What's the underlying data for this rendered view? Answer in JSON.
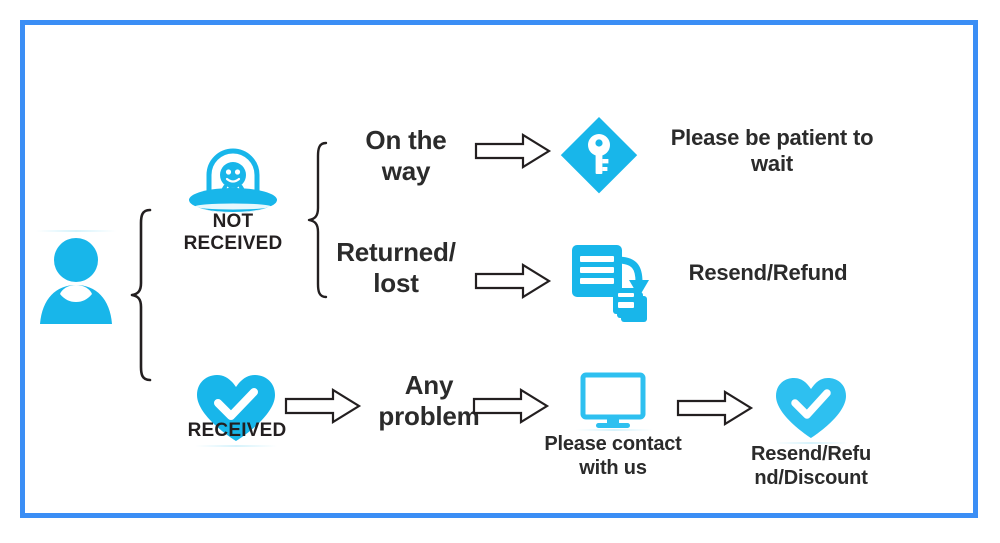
{
  "diagram": {
    "title_present": false,
    "border_color": "#3b8ef5",
    "icon_color": "#18b6ea",
    "text_color": "#2b2b2b",
    "arrow_color": "#231f20"
  },
  "customer": {
    "icon": "person-avatar-icon",
    "label": ""
  },
  "branches": {
    "not_received": {
      "icon": "ufo-alien-icon",
      "label": "NOT\nRECEIVED"
    },
    "received": {
      "icon": "heart-check-icon",
      "label": "RECEIVED"
    }
  },
  "not_received_paths": [
    {
      "condition": "On the\nway",
      "arrow": "right-arrow-icon",
      "result_icon": "key-diamond-icon",
      "result": "Please be patient to\nwait"
    },
    {
      "condition": "Returned/\nlost",
      "arrow": "right-arrow-icon",
      "result_icon": "document-refund-icon",
      "result": "Resend/Refund"
    }
  ],
  "received_path": {
    "step1_arrow": "right-arrow-icon",
    "step1": "Any\nproblem",
    "step2_arrow": "right-arrow-icon",
    "step2_icon": "monitor-icon",
    "step2": "Please contact\nwith us",
    "step3_arrow": "right-arrow-icon",
    "step3_icon": "heart-check-icon",
    "step3": "Resend/Refu\nnd/Discount"
  }
}
